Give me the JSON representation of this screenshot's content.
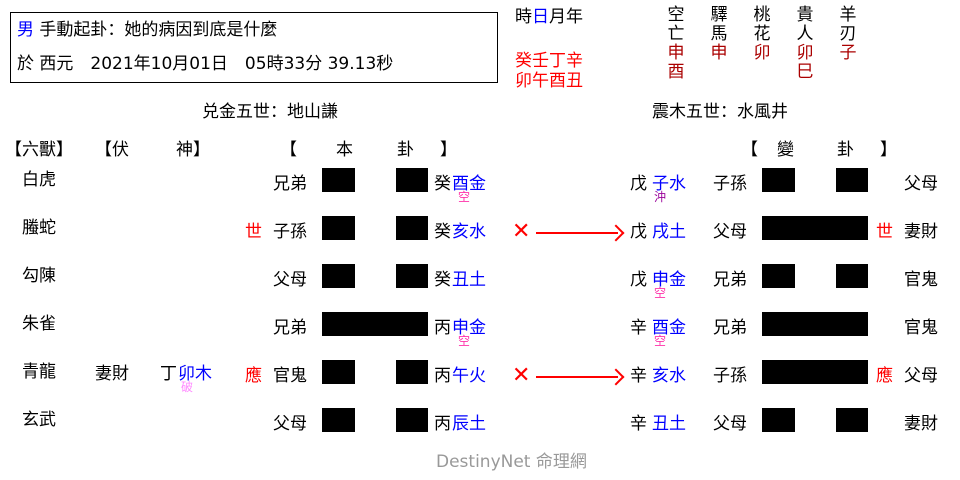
{
  "header": {
    "gender": "男",
    "method_question": "手動起卦：她的病因到底是什麼",
    "date_line": "於 西元　2021年10月01日　05時33分 39.13秒"
  },
  "pillars": {
    "label_prefix": "時",
    "label_day": "日",
    "label_suffix": "月年",
    "stems": "癸壬丁辛",
    "branches": "卯午酉丑"
  },
  "shensha": [
    {
      "title1": "空",
      "title2": "亡",
      "values": [
        "申",
        "酉"
      ]
    },
    {
      "title1": "驛",
      "title2": "馬",
      "values": [
        "申"
      ]
    },
    {
      "title1": "桃",
      "title2": "花",
      "values": [
        "卯"
      ]
    },
    {
      "title1": "貴",
      "title2": "人",
      "values": [
        "卯",
        "巳"
      ]
    },
    {
      "title1": "羊",
      "title2": "刃",
      "values": [
        "子"
      ]
    }
  ],
  "main_hexagram_title": "兑金五世：地山謙",
  "changed_hexagram_title": "震木五世：水風井",
  "column_headers": {
    "six_spirits": "【六獸】",
    "hidden_open": "【伏",
    "hidden_close": "神】",
    "main_open": "【",
    "main_1": "本",
    "main_2": "卦",
    "main_close": "】",
    "changed_open": "【",
    "changed_1": "變",
    "changed_2": "卦",
    "changed_close": "】"
  },
  "lines": [
    {
      "spirit": "白虎",
      "hidden_rel": "",
      "hidden_stem": "",
      "hidden_branch": "",
      "hidden_note": "",
      "shi_ying": "",
      "relation": "兄弟",
      "yin": true,
      "stem": "癸",
      "branch": "酉金",
      "note": "空",
      "moving": false,
      "c_stem": "戊",
      "c_branch": "子水",
      "c_note": "沖",
      "c_relation": "子孫",
      "c_yin": true,
      "c_shi_ying": "",
      "c_fushen": "父母"
    },
    {
      "spirit": "螣蛇",
      "hidden_rel": "",
      "hidden_stem": "",
      "hidden_branch": "",
      "hidden_note": "",
      "shi_ying": "世",
      "relation": "子孫",
      "yin": true,
      "stem": "癸",
      "branch": "亥水",
      "note": "",
      "moving": true,
      "c_stem": "戊",
      "c_branch": "戌土",
      "c_note": "",
      "c_relation": "父母",
      "c_yin": false,
      "c_shi_ying": "世",
      "c_fushen": "妻財"
    },
    {
      "spirit": "勾陳",
      "hidden_rel": "",
      "hidden_stem": "",
      "hidden_branch": "",
      "hidden_note": "",
      "shi_ying": "",
      "relation": "父母",
      "yin": true,
      "stem": "癸",
      "branch": "丑土",
      "note": "",
      "moving": false,
      "c_stem": "戊",
      "c_branch": "申金",
      "c_note": "空",
      "c_relation": "兄弟",
      "c_yin": true,
      "c_shi_ying": "",
      "c_fushen": "官鬼"
    },
    {
      "spirit": "朱雀",
      "hidden_rel": "",
      "hidden_stem": "",
      "hidden_branch": "",
      "hidden_note": "",
      "shi_ying": "",
      "relation": "兄弟",
      "yin": false,
      "stem": "丙",
      "branch": "申金",
      "note": "空",
      "moving": false,
      "c_stem": "辛",
      "c_branch": "酉金",
      "c_note": "空",
      "c_relation": "兄弟",
      "c_yin": false,
      "c_shi_ying": "",
      "c_fushen": "官鬼"
    },
    {
      "spirit": "青龍",
      "hidden_rel": "妻財",
      "hidden_stem": "丁",
      "hidden_branch": "卯木",
      "hidden_note": "破",
      "shi_ying": "應",
      "relation": "官鬼",
      "yin": true,
      "stem": "丙",
      "branch": "午火",
      "note": "",
      "moving": true,
      "c_stem": "辛",
      "c_branch": "亥水",
      "c_note": "",
      "c_relation": "子孫",
      "c_yin": false,
      "c_shi_ying": "應",
      "c_fushen": "父母"
    },
    {
      "spirit": "玄武",
      "hidden_rel": "",
      "hidden_stem": "",
      "hidden_branch": "",
      "hidden_note": "",
      "shi_ying": "",
      "relation": "父母",
      "yin": true,
      "stem": "丙",
      "branch": "辰土",
      "note": "",
      "moving": false,
      "c_stem": "辛",
      "c_branch": "丑土",
      "c_note": "",
      "c_relation": "父母",
      "c_yin": true,
      "c_shi_ying": "",
      "c_fushen": "妻財"
    }
  ],
  "moving_mark": "✕",
  "footer": {
    "brand": "DestinyNet",
    "brand_cn": "命理網"
  }
}
